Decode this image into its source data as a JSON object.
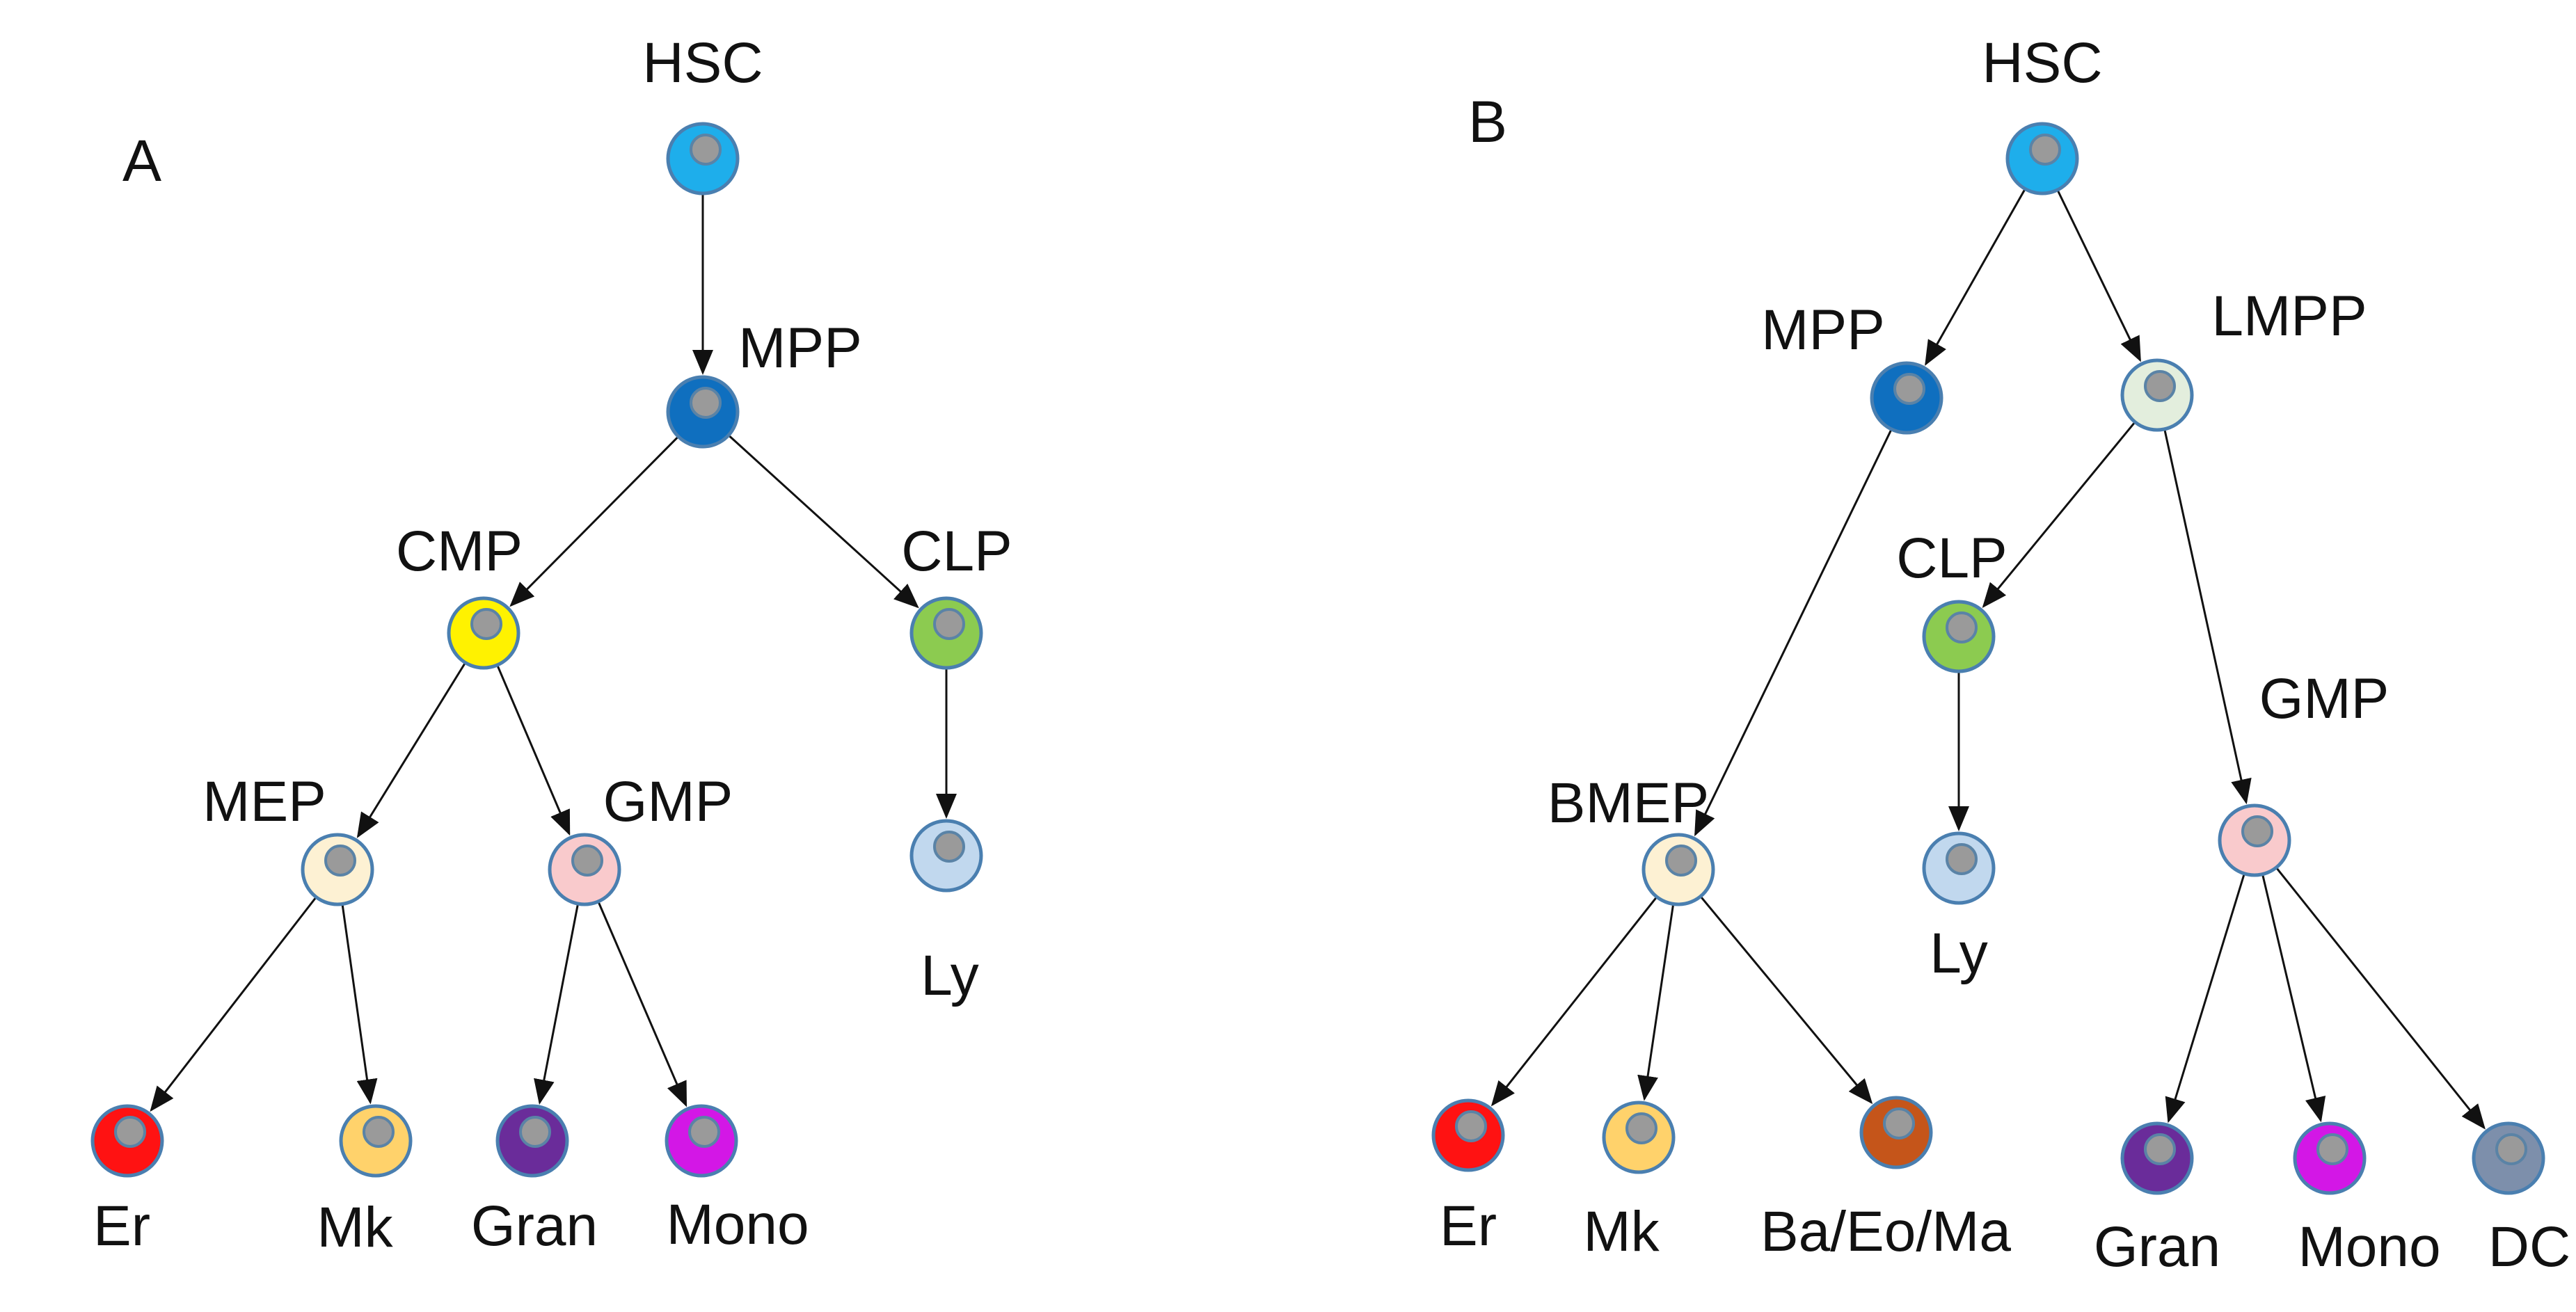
{
  "panels": [
    {
      "id": "A",
      "label": "A",
      "nodes": [
        {
          "id": "A-HSC",
          "label": "HSC",
          "color": "#1EAEEB"
        },
        {
          "id": "A-MPP",
          "label": "MPP",
          "color": "#0F6FBF"
        },
        {
          "id": "A-CMP",
          "label": "CMP",
          "color": "#FFF200"
        },
        {
          "id": "A-CLP",
          "label": "CLP",
          "color": "#8CCB50"
        },
        {
          "id": "A-MEP",
          "label": "MEP",
          "color": "#FDF1D3"
        },
        {
          "id": "A-GMP",
          "label": "GMP",
          "color": "#F9CACC"
        },
        {
          "id": "A-Ly",
          "label": "Ly",
          "color": "#C1D8EE"
        },
        {
          "id": "A-Er",
          "label": "Er",
          "color": "#FF1212"
        },
        {
          "id": "A-Mk",
          "label": "Mk",
          "color": "#FFD26B"
        },
        {
          "id": "A-Gran",
          "label": "Gran",
          "color": "#6A2C9A"
        },
        {
          "id": "A-Mono",
          "label": "Mono",
          "color": "#D317E6"
        }
      ],
      "edges": [
        [
          "A-HSC",
          "A-MPP"
        ],
        [
          "A-MPP",
          "A-CMP"
        ],
        [
          "A-MPP",
          "A-CLP"
        ],
        [
          "A-CMP",
          "A-MEP"
        ],
        [
          "A-CMP",
          "A-GMP"
        ],
        [
          "A-CLP",
          "A-Ly"
        ],
        [
          "A-MEP",
          "A-Er"
        ],
        [
          "A-MEP",
          "A-Mk"
        ],
        [
          "A-GMP",
          "A-Gran"
        ],
        [
          "A-GMP",
          "A-Mono"
        ]
      ]
    },
    {
      "id": "B",
      "label": "B",
      "nodes": [
        {
          "id": "B-HSC",
          "label": "HSC",
          "color": "#1EAEEB"
        },
        {
          "id": "B-MPP",
          "label": "MPP",
          "color": "#0F6FBF"
        },
        {
          "id": "B-LMPP",
          "label": "LMPP",
          "color": "#E3EEDD"
        },
        {
          "id": "B-CLP",
          "label": "CLP",
          "color": "#8CCB50"
        },
        {
          "id": "B-GMP",
          "label": "GMP",
          "color": "#F9CACC"
        },
        {
          "id": "B-BMEP",
          "label": "BMEP",
          "color": "#FDF1D3"
        },
        {
          "id": "B-Ly",
          "label": "Ly",
          "color": "#C1D8EE"
        },
        {
          "id": "B-Er",
          "label": "Er",
          "color": "#FF1212"
        },
        {
          "id": "B-Mk",
          "label": "Mk",
          "color": "#FFD26B"
        },
        {
          "id": "B-BaEoMa",
          "label": "Ba/Eo/Ma",
          "color": "#C5551A"
        },
        {
          "id": "B-Gran",
          "label": "Gran",
          "color": "#6A2C9A"
        },
        {
          "id": "B-Mono",
          "label": "Mono",
          "color": "#D317E6"
        },
        {
          "id": "B-DC",
          "label": "DC",
          "color": "#7D8FAB"
        }
      ],
      "edges": [
        [
          "B-HSC",
          "B-MPP"
        ],
        [
          "B-HSC",
          "B-LMPP"
        ],
        [
          "B-MPP",
          "B-BMEP"
        ],
        [
          "B-LMPP",
          "B-CLP"
        ],
        [
          "B-LMPP",
          "B-GMP"
        ],
        [
          "B-CLP",
          "B-Ly"
        ],
        [
          "B-BMEP",
          "B-Er"
        ],
        [
          "B-BMEP",
          "B-Mk"
        ],
        [
          "B-BMEP",
          "B-BaEoMa"
        ],
        [
          "B-GMP",
          "B-Gran"
        ],
        [
          "B-GMP",
          "B-Mono"
        ],
        [
          "B-GMP",
          "B-DC"
        ]
      ]
    }
  ]
}
